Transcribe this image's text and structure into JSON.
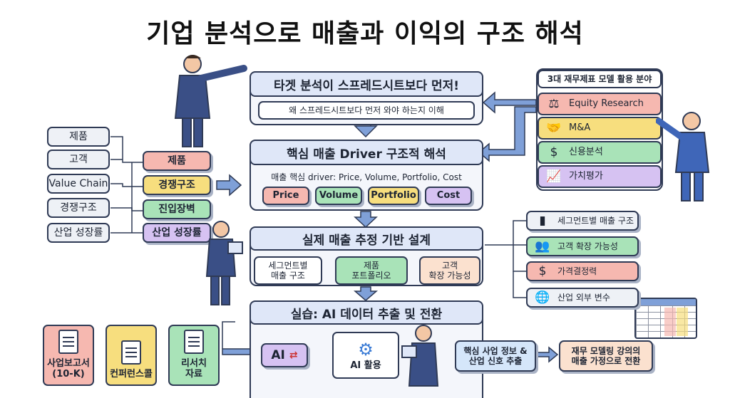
{
  "title": "기업 분석으로 매출과 이익의 구조 해석",
  "left_inputs": [
    "제품",
    "고객",
    "Value Chain",
    "경쟁구조",
    "산업 성장률"
  ],
  "left_mid": [
    "제품",
    "경쟁구조",
    "진입장벽",
    "산업 성장률"
  ],
  "center": {
    "step1": {
      "title": "타겟 분석이 스프레드시트보다 먼저!",
      "sub": "왜 스프레드시트보다 먼저 와야 하는지 이해"
    },
    "step2": {
      "title": "핵심 매출 Driver 구조적 해석",
      "sub": "매출 핵심 driver: Price, Volume, Portfolio, Cost",
      "chips": [
        "Price",
        "Volume",
        "Portfolio",
        "Cost"
      ]
    },
    "step3": {
      "title": "실제 매출 추정 기반 설계",
      "items": [
        "세그먼트별\n매출 구조",
        "제품\n포트폴리오",
        "고객\n확장 가능성"
      ]
    },
    "step4": {
      "title": "실습: AI 데이터 추출 및 전환",
      "ai_label": "AI",
      "ai_use": "AI 활용"
    }
  },
  "right_top": {
    "header": "3대 재무제표 모델 활용 분야",
    "items": [
      "Equity Research",
      "M&A",
      "신용분석",
      "가치평가"
    ]
  },
  "right_mid": [
    "세그먼트별 매출 구조",
    "고객 확장 가능성",
    "가격결정력",
    "산업 외부 변수"
  ],
  "bottom_sources": [
    "사업보고서\n(10-K)",
    "컨퍼런스콜",
    "리서치\n자료"
  ],
  "bottom_outputs": [
    "핵심 사업 정보 &\n산업 신호 추출",
    "재무 모델링 강의의\n매출 가정으로 전환"
  ],
  "icons": {
    "right_top": [
      "scale-icon",
      "handshake-icon",
      "dollar-doc-icon",
      "growth-chart-icon"
    ],
    "right_mid": [
      "bar-chart-icon",
      "people-icon",
      "coin-icon",
      "globe-icon"
    ]
  }
}
